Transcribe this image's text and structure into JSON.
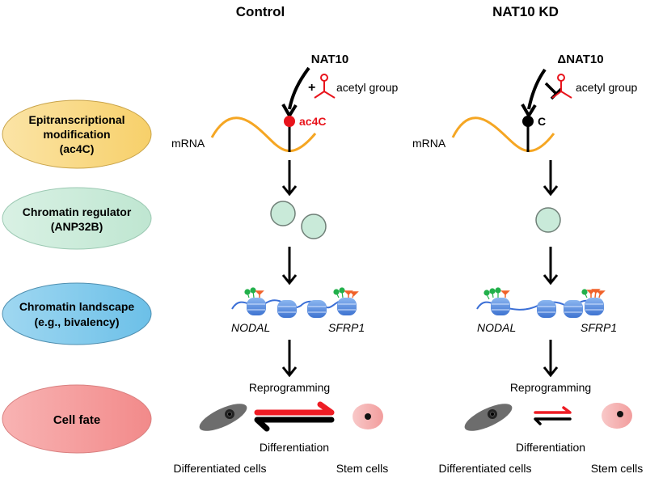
{
  "columns": {
    "control": {
      "title": "Control"
    },
    "knockdown": {
      "title": "NAT10 KD"
    }
  },
  "levels": [
    {
      "id": "epitranscriptional",
      "lines": [
        "Epitranscriptional",
        "modification",
        "(ac4C)"
      ],
      "color": "#f9d77e"
    },
    {
      "id": "chromatin-regulator",
      "lines": [
        "Chromatin regulator",
        "(ANP32B)"
      ],
      "color": "#c9ead9"
    },
    {
      "id": "chromatin-landscape",
      "lines": [
        "Chromatin landscape",
        "(e.g., bivalency)"
      ],
      "color": "#7ec8ea"
    },
    {
      "id": "cell-fate",
      "lines": [
        "Cell fate"
      ],
      "color": "#f49c9c"
    }
  ],
  "control": {
    "enzyme": "NAT10",
    "plus": "+",
    "acetyl_label": "acetyl group",
    "mrna_label": "mRNA",
    "mark_label": "ac4C",
    "gene_left": "NODAL",
    "gene_right": "SFRP1",
    "reprogramming": "Reprogramming",
    "differentiation": "Differentiation",
    "differentiated_cells": "Differentiated cells",
    "stem_cells": "Stem cells",
    "regulator_count": 2
  },
  "knockdown": {
    "enzyme": "ΔNAT10",
    "acetyl_label": "acetyl group",
    "mrna_label": "mRNA",
    "mark_label": "C",
    "gene_left": "NODAL",
    "gene_right": "SFRP1",
    "reprogramming": "Reprogramming",
    "differentiation": "Differentiation",
    "differentiated_cells": "Differentiated cells",
    "stem_cells": "Stem cells",
    "regulator_count": 1
  },
  "colors": {
    "mrna": "#f5a623",
    "ac4c": "#e8141c",
    "acetyl": "#e8141c",
    "nucleosome": "#4a7fd9",
    "dna": "#3b6fd6",
    "active_mark": "#22b04b",
    "repressive_mark": "#f0622a",
    "reprogramming_arrow": "#ee1c24",
    "differentiation_arrow": "#000000",
    "differentiated_cell": "#6d6d6d",
    "stem_cell": "#f6b5b5"
  }
}
